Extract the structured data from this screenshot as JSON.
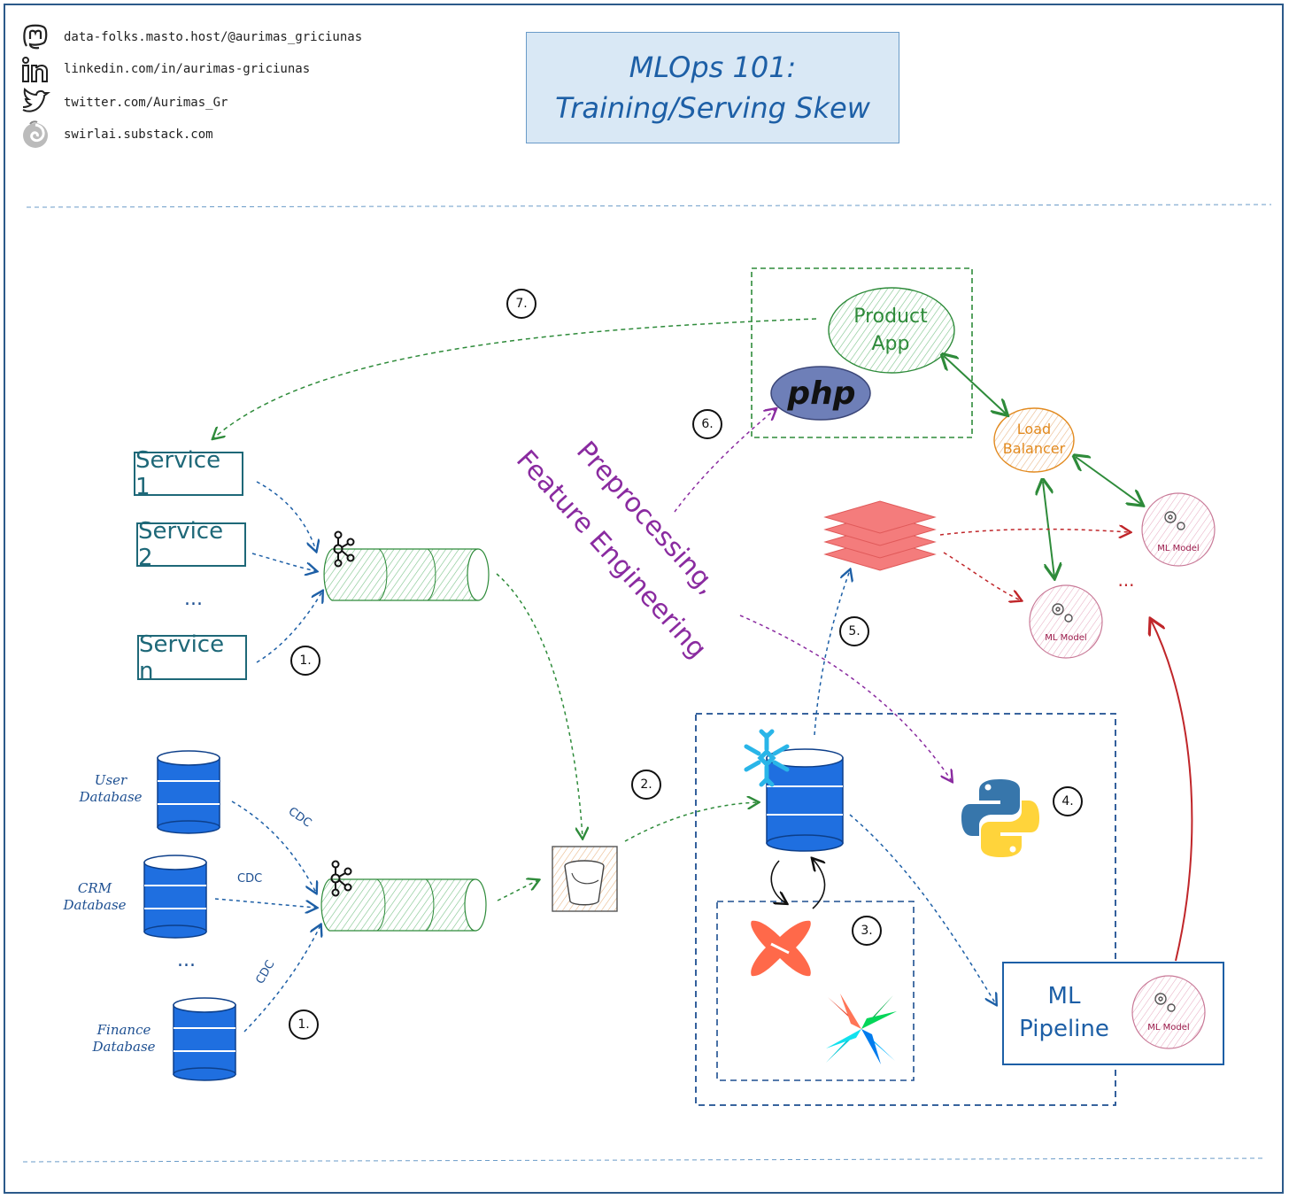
{
  "header": {
    "socials": [
      {
        "icon": "mastodon-icon",
        "text": "data-folks.masto.host/@aurimas_griciunas"
      },
      {
        "icon": "linkedin-icon",
        "text": "linkedin.com/in/aurimas-griciunas"
      },
      {
        "icon": "twitter-icon",
        "text": "twitter.com/Aurimas_Gr"
      },
      {
        "icon": "swirlai-icon",
        "text": "swirlai.substack.com"
      }
    ],
    "title_line1": "MLOps 101:",
    "title_line2": "Training/Serving Skew"
  },
  "services": {
    "service1": "Service 1",
    "service2": "Service 2",
    "ellipsis": "...",
    "servicen": "Service n"
  },
  "databases": {
    "user": "User\nDatabase",
    "crm": "CRM\nDatabase",
    "ellipsis": "...",
    "finance": "Finance\nDatabase",
    "cdc": "CDC"
  },
  "steps": [
    "1.",
    "1.",
    "2.",
    "3.",
    "4.",
    "5.",
    "6.",
    "7."
  ],
  "annotation": {
    "line1": "Preprocessing,",
    "line2": "Feature Engineering"
  },
  "serving": {
    "product_app_line1": "Product",
    "product_app_line2": "App",
    "php": "php",
    "load_balancer_line1": "Load",
    "load_balancer_line2": "Balancer",
    "ml_model": "ML Model",
    "ellipsis": "..."
  },
  "pipeline": {
    "line1": "ML",
    "line2": "Pipeline"
  },
  "colors": {
    "blue": "#1d5fa6",
    "green": "#2e8b3a",
    "purple": "#8a2ba0",
    "red": "#c0262a",
    "teal": "#1e6878",
    "orange": "#e28a1f"
  }
}
